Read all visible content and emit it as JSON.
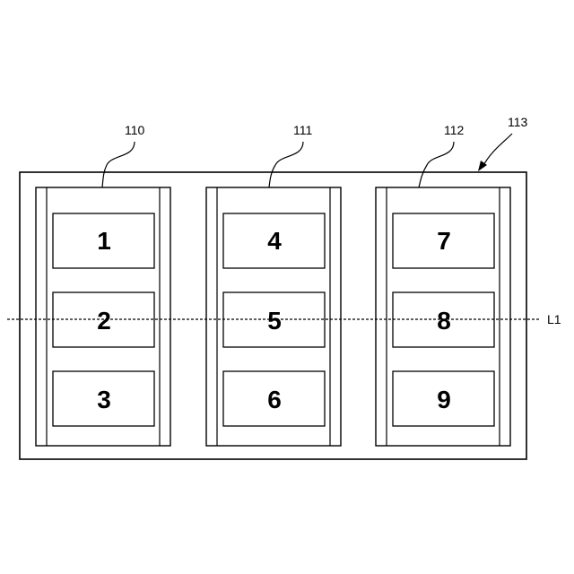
{
  "outer_label": "113",
  "line_label": "L1",
  "columns": [
    {
      "label": "110",
      "cells": [
        "1",
        "2",
        "3"
      ]
    },
    {
      "label": "111",
      "cells": [
        "4",
        "5",
        "6"
      ]
    },
    {
      "label": "112",
      "cells": [
        "7",
        "8",
        "9"
      ]
    }
  ]
}
